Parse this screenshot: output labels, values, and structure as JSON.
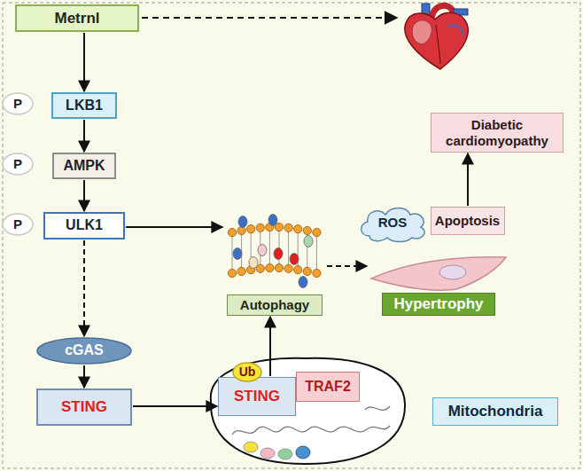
{
  "diagram": {
    "nodes": [
      {
        "text": [
          "Metrnl"
        ]
      },
      {
        "text": [
          "P"
        ]
      },
      {
        "text": [
          "LKB1"
        ]
      },
      {
        "text": [
          "P"
        ]
      },
      {
        "text": [
          "AMPK"
        ]
      },
      {
        "text": [
          "P"
        ]
      },
      {
        "text": [
          "ULK1"
        ]
      },
      {
        "text": [
          "Diabetic cardiomyopathy"
        ]
      },
      {
        "text": [
          "ROS"
        ]
      },
      {
        "text": [
          "Apoptosis"
        ]
      },
      {
        "text": [
          "Autophagy"
        ]
      },
      {
        "text": [
          "Hypertrophy"
        ]
      },
      {
        "text": [
          "cGAS"
        ]
      },
      {
        "text": [
          "STING"
        ]
      },
      {
        "text": [
          "Ub"
        ]
      },
      {
        "text": [
          "STING"
        ]
      },
      {
        "text": [
          "TRAF2"
        ]
      },
      {
        "text": [
          "Mitochondria"
        ]
      }
    ],
    "edges": [
      {
        "from": 0,
        "to": 2,
        "arrow": "to"
      },
      {
        "from": 2,
        "to": 4,
        "arrow": "to"
      },
      {
        "from": 4,
        "to": 6,
        "arrow": "to"
      },
      {
        "from": 6,
        "to": 12,
        "arrow": "to"
      },
      {
        "from": 12,
        "to": 13,
        "arrow": "to"
      },
      {
        "from": 13,
        "to": 15,
        "arrow": "to"
      },
      {
        "from": 6,
        "to": 10,
        "arrow": "to"
      },
      {
        "from": 15,
        "to": 10,
        "arrow": "to"
      },
      {
        "from": 10,
        "to": 11,
        "arrow": "to"
      },
      {
        "from": 9,
        "to": 7,
        "arrow": "to"
      }
    ]
  }
}
